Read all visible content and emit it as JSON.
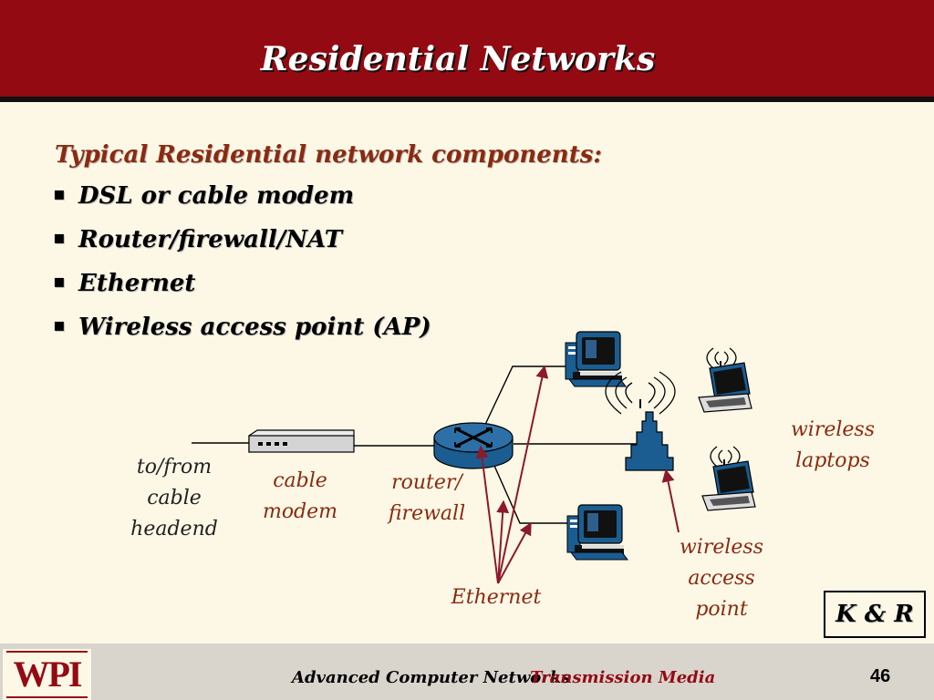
{
  "slide": {
    "title": "Residential Networks",
    "subtitle": "Typical Residential network components:",
    "bullets": [
      {
        "label": "DSL or cable modem"
      },
      {
        "label": "Router/firewall/NAT"
      },
      {
        "label": "Ethernet"
      },
      {
        "label": "Wireless access point (AP)"
      }
    ],
    "bullet_glyph": "▪"
  },
  "diagram": {
    "labels": {
      "headend": [
        "to/from",
        "cable",
        "headend"
      ],
      "cable_modem": [
        "cable",
        "modem"
      ],
      "router": [
        "router/",
        "firewall"
      ],
      "ethernet": "Ethernet",
      "wireless_ap": [
        "wireless",
        "access",
        "point"
      ],
      "wireless_laptops": [
        "wireless",
        "laptops"
      ]
    },
    "colors": {
      "accent": "#8b2a10",
      "device_blue": "#1b5d91",
      "arrow": "#8b1a2a"
    }
  },
  "credit": "K & R",
  "footer": {
    "logo_text": "WPI",
    "course": "Advanced Computer Networks",
    "topic": "Transmission Media",
    "page_number": "46"
  }
}
